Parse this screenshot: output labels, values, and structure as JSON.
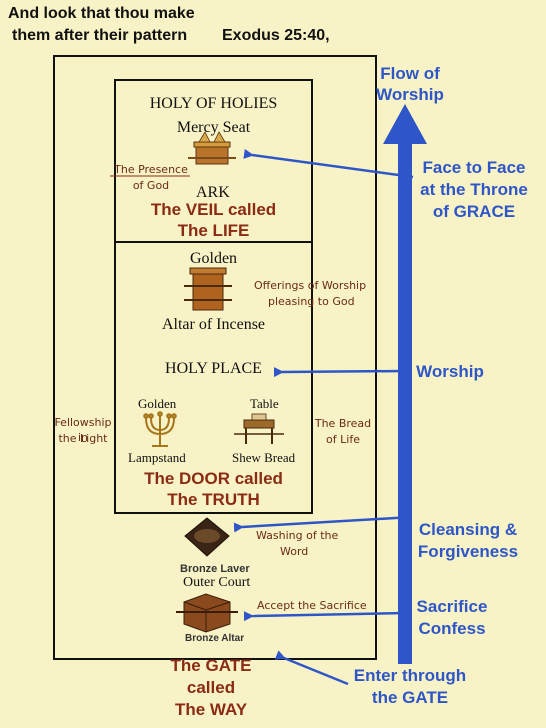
{
  "header": {
    "line1": "And look that thou make",
    "line2": "them after their pattern",
    "reference": "Exodus 25:40,"
  },
  "holy_of_holies": {
    "title": "HOLY OF HOLIES",
    "mercy_seat": "Mercy Seat",
    "presence_line1": "The Presence",
    "presence_line2": "of God",
    "ark": "ARK",
    "veil_line1": "The VEIL called",
    "veil_line2": "The LIFE"
  },
  "holy_place": {
    "golden": "Golden",
    "offerings_line1": "Offerings of Worship",
    "offerings_line2": "pleasing to God",
    "altar_of_incense": "Altar of Incense",
    "title": "HOLY PLACE",
    "lampstand_top": "Golden",
    "lampstand_bottom": "Lampstand",
    "table_top": "Table",
    "table_bottom": "Shew Bread",
    "door_line1": "The DOOR called",
    "door_line2": "The TRUTH"
  },
  "outer": {
    "fellowship_line1": "Fellowship in",
    "fellowship_line2": "the Light",
    "bread_line1": "The Bread",
    "bread_line2": "of Life",
    "washing_line1": "Washing of the",
    "washing_line2": "Word",
    "bronze_laver": "Bronze Laver",
    "outer_court": "Outer Court",
    "accept_sacrifice": "Accept the Sacrifice",
    "bronze_altar": "Bronze Altar",
    "gate_line1": "The GATE",
    "gate_line2": "called",
    "gate_line3": "The WAY"
  },
  "right_labels": {
    "flow_line1": "Flow of",
    "flow_line2": "Worship",
    "face_line1": "Face to Face",
    "face_line2": "at the Throne",
    "face_line3": "of  GRACE",
    "worship": "Worship",
    "cleansing_line1": "Cleansing &",
    "cleansing_line2": "Forgiveness",
    "sacrifice_line1": "Sacrifice",
    "sacrifice_line2": "Confess",
    "enter_line1": "Enter through",
    "enter_line2": "the GATE"
  },
  "colors": {
    "background": "#f8f3c6",
    "arrow_blue": "#2e56c8",
    "label_red": "#8b2b14",
    "outline": "#111111"
  }
}
